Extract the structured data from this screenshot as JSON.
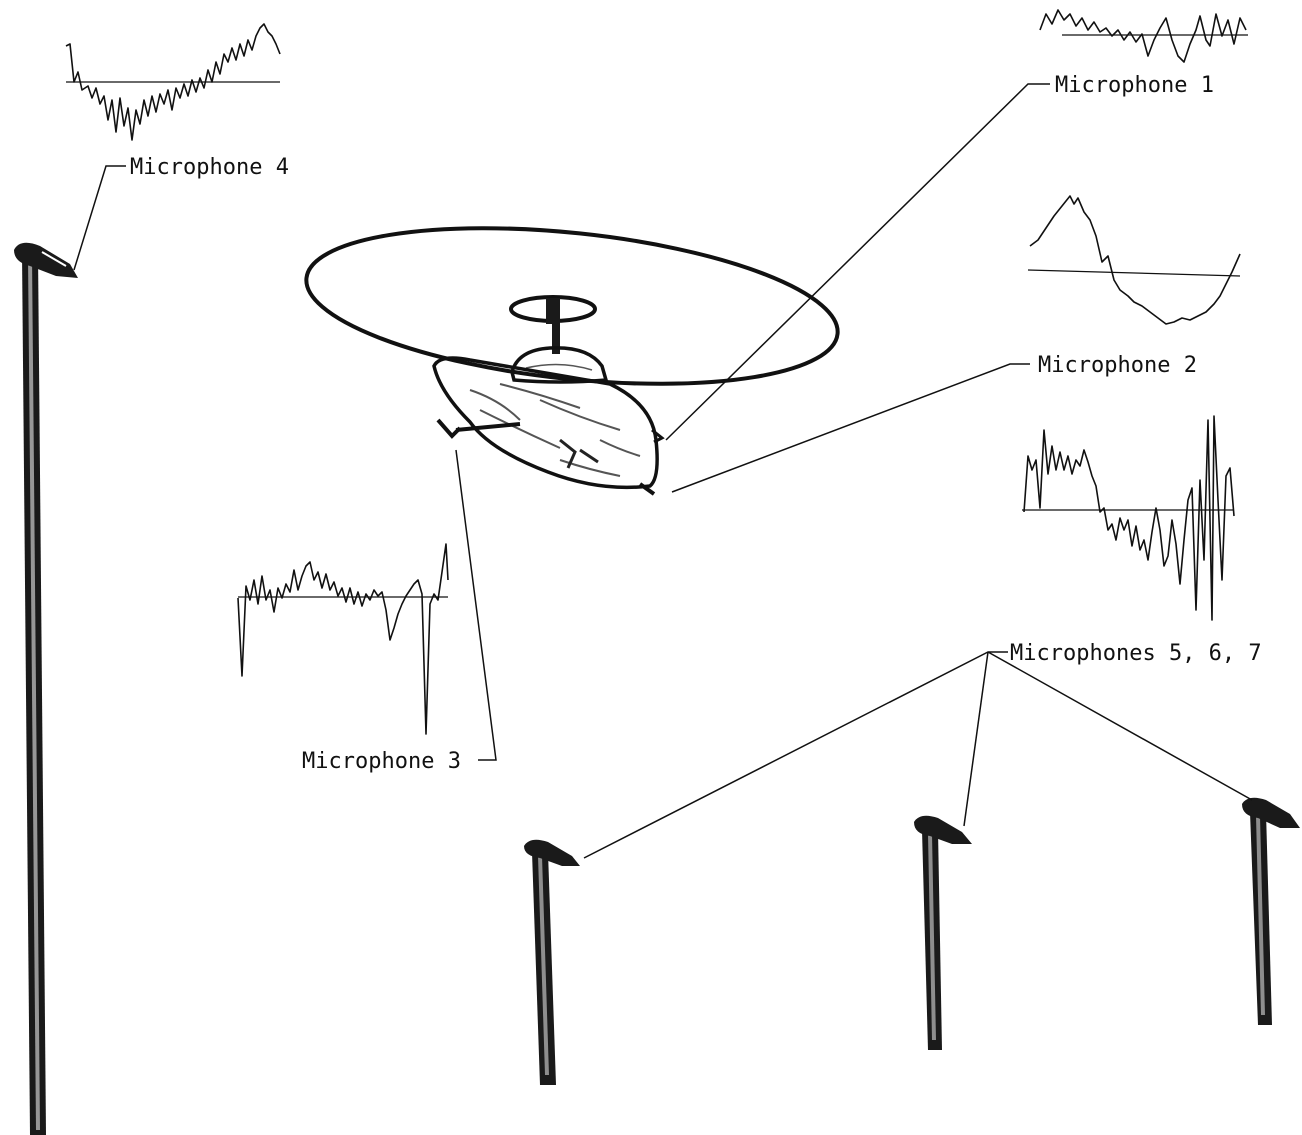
{
  "labels": {
    "mic1": "Microphone 1",
    "mic2": "Microphone 2",
    "mic3": "Microphone 3",
    "mic4": "Microphone 4",
    "mics567": "Microphones 5, 6, 7"
  },
  "colors": {
    "ink": "#111111",
    "paper": "#ffffff"
  },
  "icons": [
    "helicopter-icon",
    "microphone-stand-icon"
  ]
}
